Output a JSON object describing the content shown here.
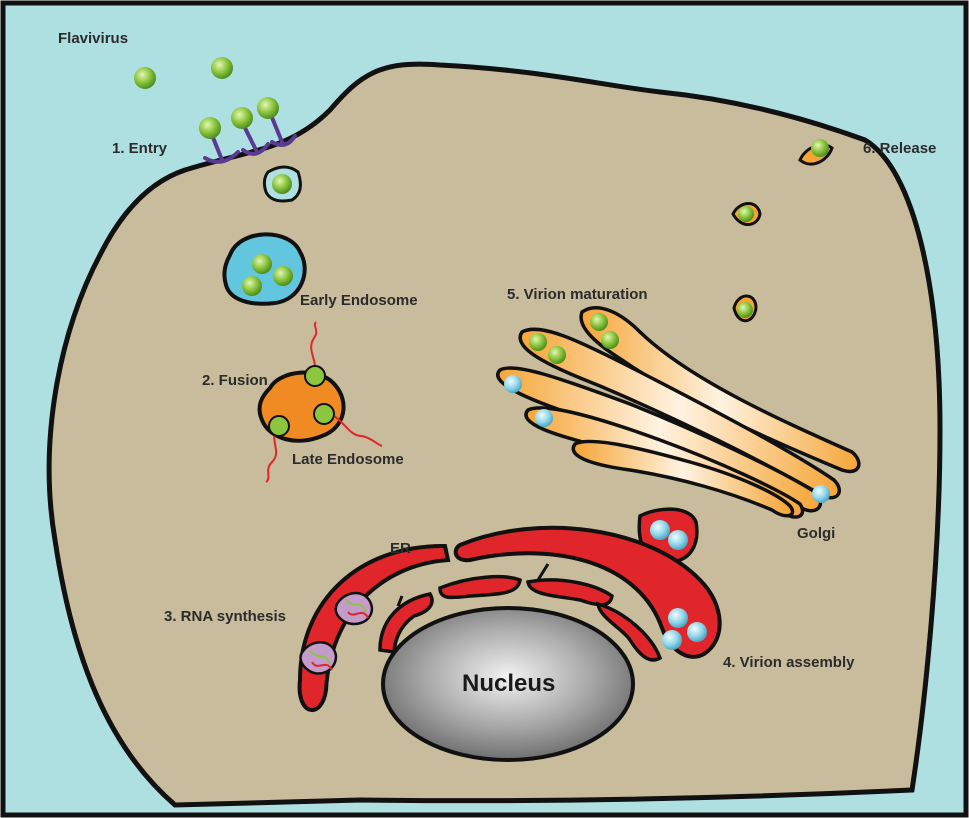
{
  "labels": {
    "virus": "Flavivirus",
    "entry": "1. Entry",
    "early_endosome": "Early Endosome",
    "fusion": "2. Fusion",
    "late_endosome": "Late Endosome",
    "er": "ER",
    "rna_synthesis": "3. RNA synthesis",
    "nucleus": "Nucleus",
    "virion_assembly": "4. Virion assembly",
    "golgi": "Golgi",
    "virion_maturation": "5. Virion maturation",
    "release": "6. Release"
  },
  "colors": {
    "background": "#aee0e2",
    "cytoplasm": "#c8bc9c",
    "er": "#e0262a",
    "golgi": "#f5a536",
    "late_endosome": "#f08a22",
    "early_endosome": "#62c6df",
    "virus": "#8cc63f",
    "immature_virion": "#8fd6ea",
    "receptor": "#5b3a91",
    "replication_complex": "#c39cc9",
    "nucleus": "#9e9e9e"
  }
}
